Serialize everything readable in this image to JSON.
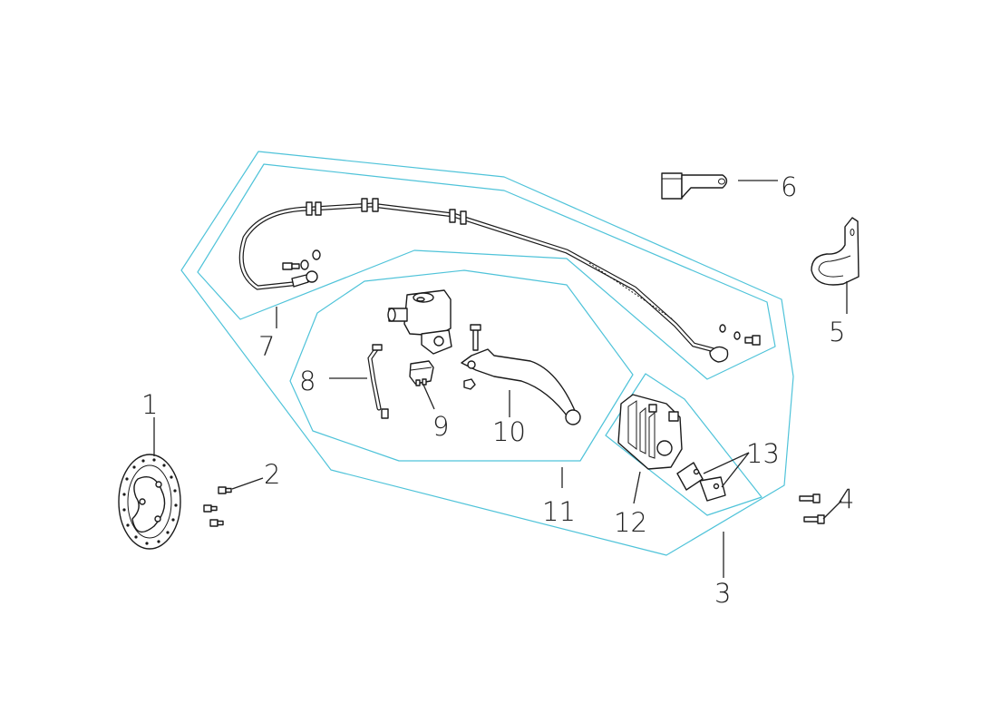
{
  "diagram": {
    "colors": {
      "group_outline": "#4fc3d9",
      "line": "#1a1a1a",
      "background": "#ffffff"
    },
    "callouts": {
      "c1": "1",
      "c2": "2",
      "c3": "3",
      "c4": "4",
      "c5": "5",
      "c6": "6",
      "c7": "7",
      "c8": "8",
      "c9": "9",
      "c10": "10",
      "c11": "11",
      "c12": "12",
      "c13": "13"
    }
  }
}
